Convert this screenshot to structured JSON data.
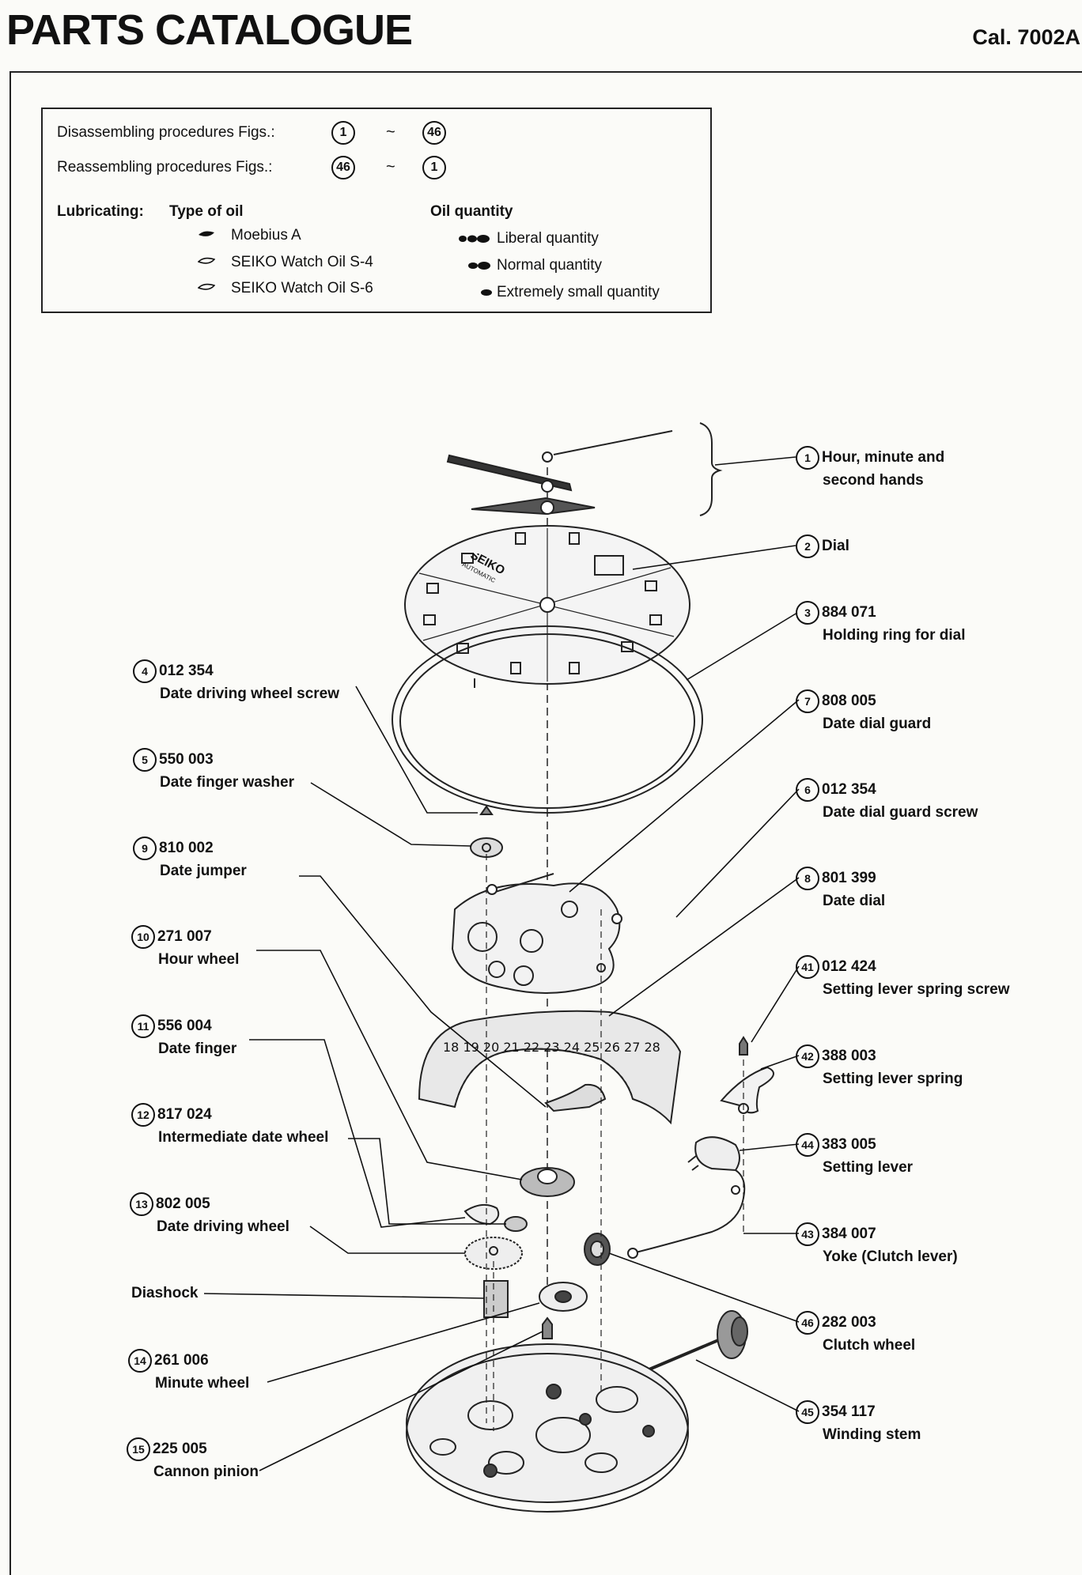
{
  "header": {
    "title": "PARTS CATALOGUE",
    "caliber": "Cal. 7002A"
  },
  "legend": {
    "disassembling": {
      "label": "Disassembling procedures Figs.:",
      "from": "1",
      "sep": "~",
      "to": "46"
    },
    "reassembling": {
      "label": "Reassembling procedures Figs.:",
      "from": "46",
      "sep": "~",
      "to": "1"
    },
    "lubricating_label": "Lubricating:",
    "type_of_oil_label": "Type of oil",
    "oil_quantity_label": "Oil quantity",
    "oil_types": [
      "Moebius A",
      "SEIKO Watch Oil S-4",
      "SEIKO Watch Oil S-6"
    ],
    "quantities": [
      "Liberal quantity",
      "Normal quantity",
      "Extremely small quantity"
    ]
  },
  "parts_right": [
    {
      "num": "1",
      "code": "",
      "name": "Hour, minute and",
      "name2": "second hands"
    },
    {
      "num": "2",
      "code": "",
      "name": "Dial"
    },
    {
      "num": "3",
      "code": "884 071",
      "name": "Holding ring for dial"
    },
    {
      "num": "7",
      "code": "808 005",
      "name": "Date dial guard"
    },
    {
      "num": "6",
      "code": "012 354",
      "name": "Date dial guard screw"
    },
    {
      "num": "8",
      "code": "801 399",
      "name": "Date dial"
    },
    {
      "num": "41",
      "code": "012 424",
      "name": "Setting lever spring screw"
    },
    {
      "num": "42",
      "code": "388 003",
      "name": "Setting lever spring"
    },
    {
      "num": "44",
      "code": "383 005",
      "name": "Setting lever"
    },
    {
      "num": "43",
      "code": "384 007",
      "name": "Yoke (Clutch lever)"
    },
    {
      "num": "46",
      "code": "282 003",
      "name": "Clutch wheel"
    },
    {
      "num": "45",
      "code": "354 117",
      "name": "Winding stem"
    }
  ],
  "parts_left": [
    {
      "num": "4",
      "code": "012 354",
      "name": "Date driving wheel screw"
    },
    {
      "num": "5",
      "code": "550 003",
      "name": "Date finger washer"
    },
    {
      "num": "9",
      "code": "810 002",
      "name": "Date jumper"
    },
    {
      "num": "10",
      "code": "271 007",
      "name": "Hour wheel"
    },
    {
      "num": "11",
      "code": "556 004",
      "name": "Date finger"
    },
    {
      "num": "12",
      "code": "817 024",
      "name": "Intermediate date wheel"
    },
    {
      "num": "13",
      "code": "802 005",
      "name": "Date driving wheel"
    },
    {
      "num": "",
      "code": "",
      "name": "Diashock"
    },
    {
      "num": "14",
      "code": "261 006",
      "name": "Minute wheel"
    },
    {
      "num": "15",
      "code": "225 005",
      "name": "Cannon pinion"
    }
  ],
  "dial_text": {
    "brand": "SEIKO",
    "model": "AUTOMATIC"
  }
}
